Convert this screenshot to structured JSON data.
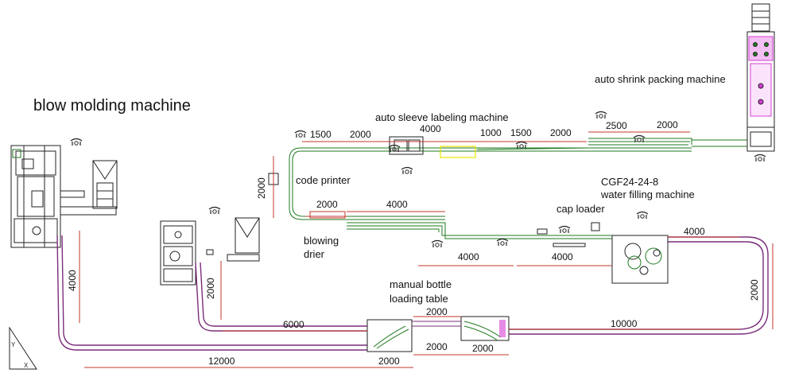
{
  "labels": {
    "blow_molding": "blow molding machine",
    "auto_sleeve": "auto sleeve labeling machine",
    "auto_shrink": "auto shrink packing machine",
    "code_printer": "code printer",
    "cgf_model": "CGF24-24-8",
    "water_filling": "water filling machine",
    "cap_loader": "cap loader",
    "blowing_drier_1": "blowing",
    "blowing_drier_2": "drier",
    "manual_bottle_1": "manual bottle",
    "manual_bottle_2": "loading table"
  },
  "dimensions": {
    "top_1500_a": "1500",
    "top_2000_a": "2000",
    "top_4000": "4000",
    "top_1000": "1000",
    "top_1500_b": "1500",
    "top_2000_b": "2000",
    "top_2500": "2500",
    "top_2000_c": "2000",
    "left_2000": "2000",
    "mid_2000": "2000",
    "mid_4000_top": "4000",
    "mid_4000_a": "4000",
    "mid_4000_b": "4000",
    "right_4000": "4000",
    "right_2000": "2000",
    "blow_4000": "4000",
    "lower_2000": "2000",
    "bottom_6000": "6000",
    "bottom_10000": "10000",
    "bottom_12000": "12000",
    "bottom_2000_a": "2000",
    "bottom_2000_b": "2000",
    "bottom_2000_c": "2000",
    "bottom_2000_d": "2000"
  },
  "colors": {
    "conveyor_green": "#1f7a1f",
    "conveyor_purple": "#7b2d7b",
    "dim_red": "#c0392b",
    "highlight_magenta": "#d63fd6",
    "highlight_yellow": "#e6e600",
    "ink": "#222222"
  },
  "icons": [
    "operator-icon",
    "axis-icon"
  ]
}
